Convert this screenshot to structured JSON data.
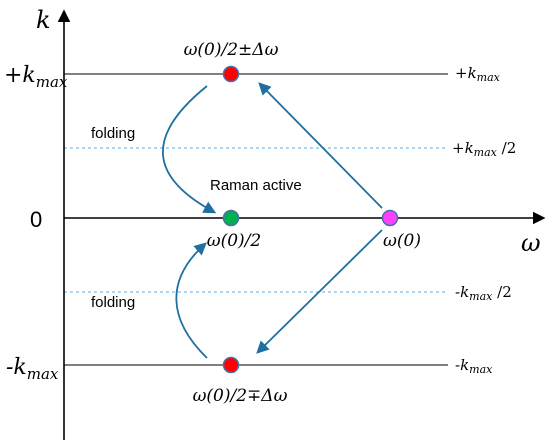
{
  "axes": {
    "y_label": "k",
    "x_label": "ω"
  },
  "left_ticks": {
    "plus_kmax": "+k",
    "minus_kmax": "-k",
    "kmax_sub": "max",
    "zero": "0"
  },
  "right_labels": {
    "plus_kmax": "+k",
    "plus_half_kmax": "+k",
    "minus_half_kmax": "-k",
    "minus_kmax": "-k",
    "sub": "max",
    "half_suffix": " /2"
  },
  "points": {
    "top": {
      "label": "ω(0)/2±Δω",
      "color": "#ff0000"
    },
    "center": {
      "label": "ω(0)/2",
      "color": "#00b050"
    },
    "right": {
      "label": "ω(0)",
      "color": "#ff40ff"
    },
    "bottom": {
      "label": "ω(0)/2∓Δω",
      "color": "#ff0000"
    }
  },
  "annotations": {
    "folding_top": "folding",
    "folding_bottom": "folding",
    "raman": "Raman active"
  },
  "colors": {
    "axis": "#000000",
    "arrow": "#1f6fa0",
    "dashed_line": "#5aaee0",
    "point_stroke": "#4a6fa8"
  }
}
